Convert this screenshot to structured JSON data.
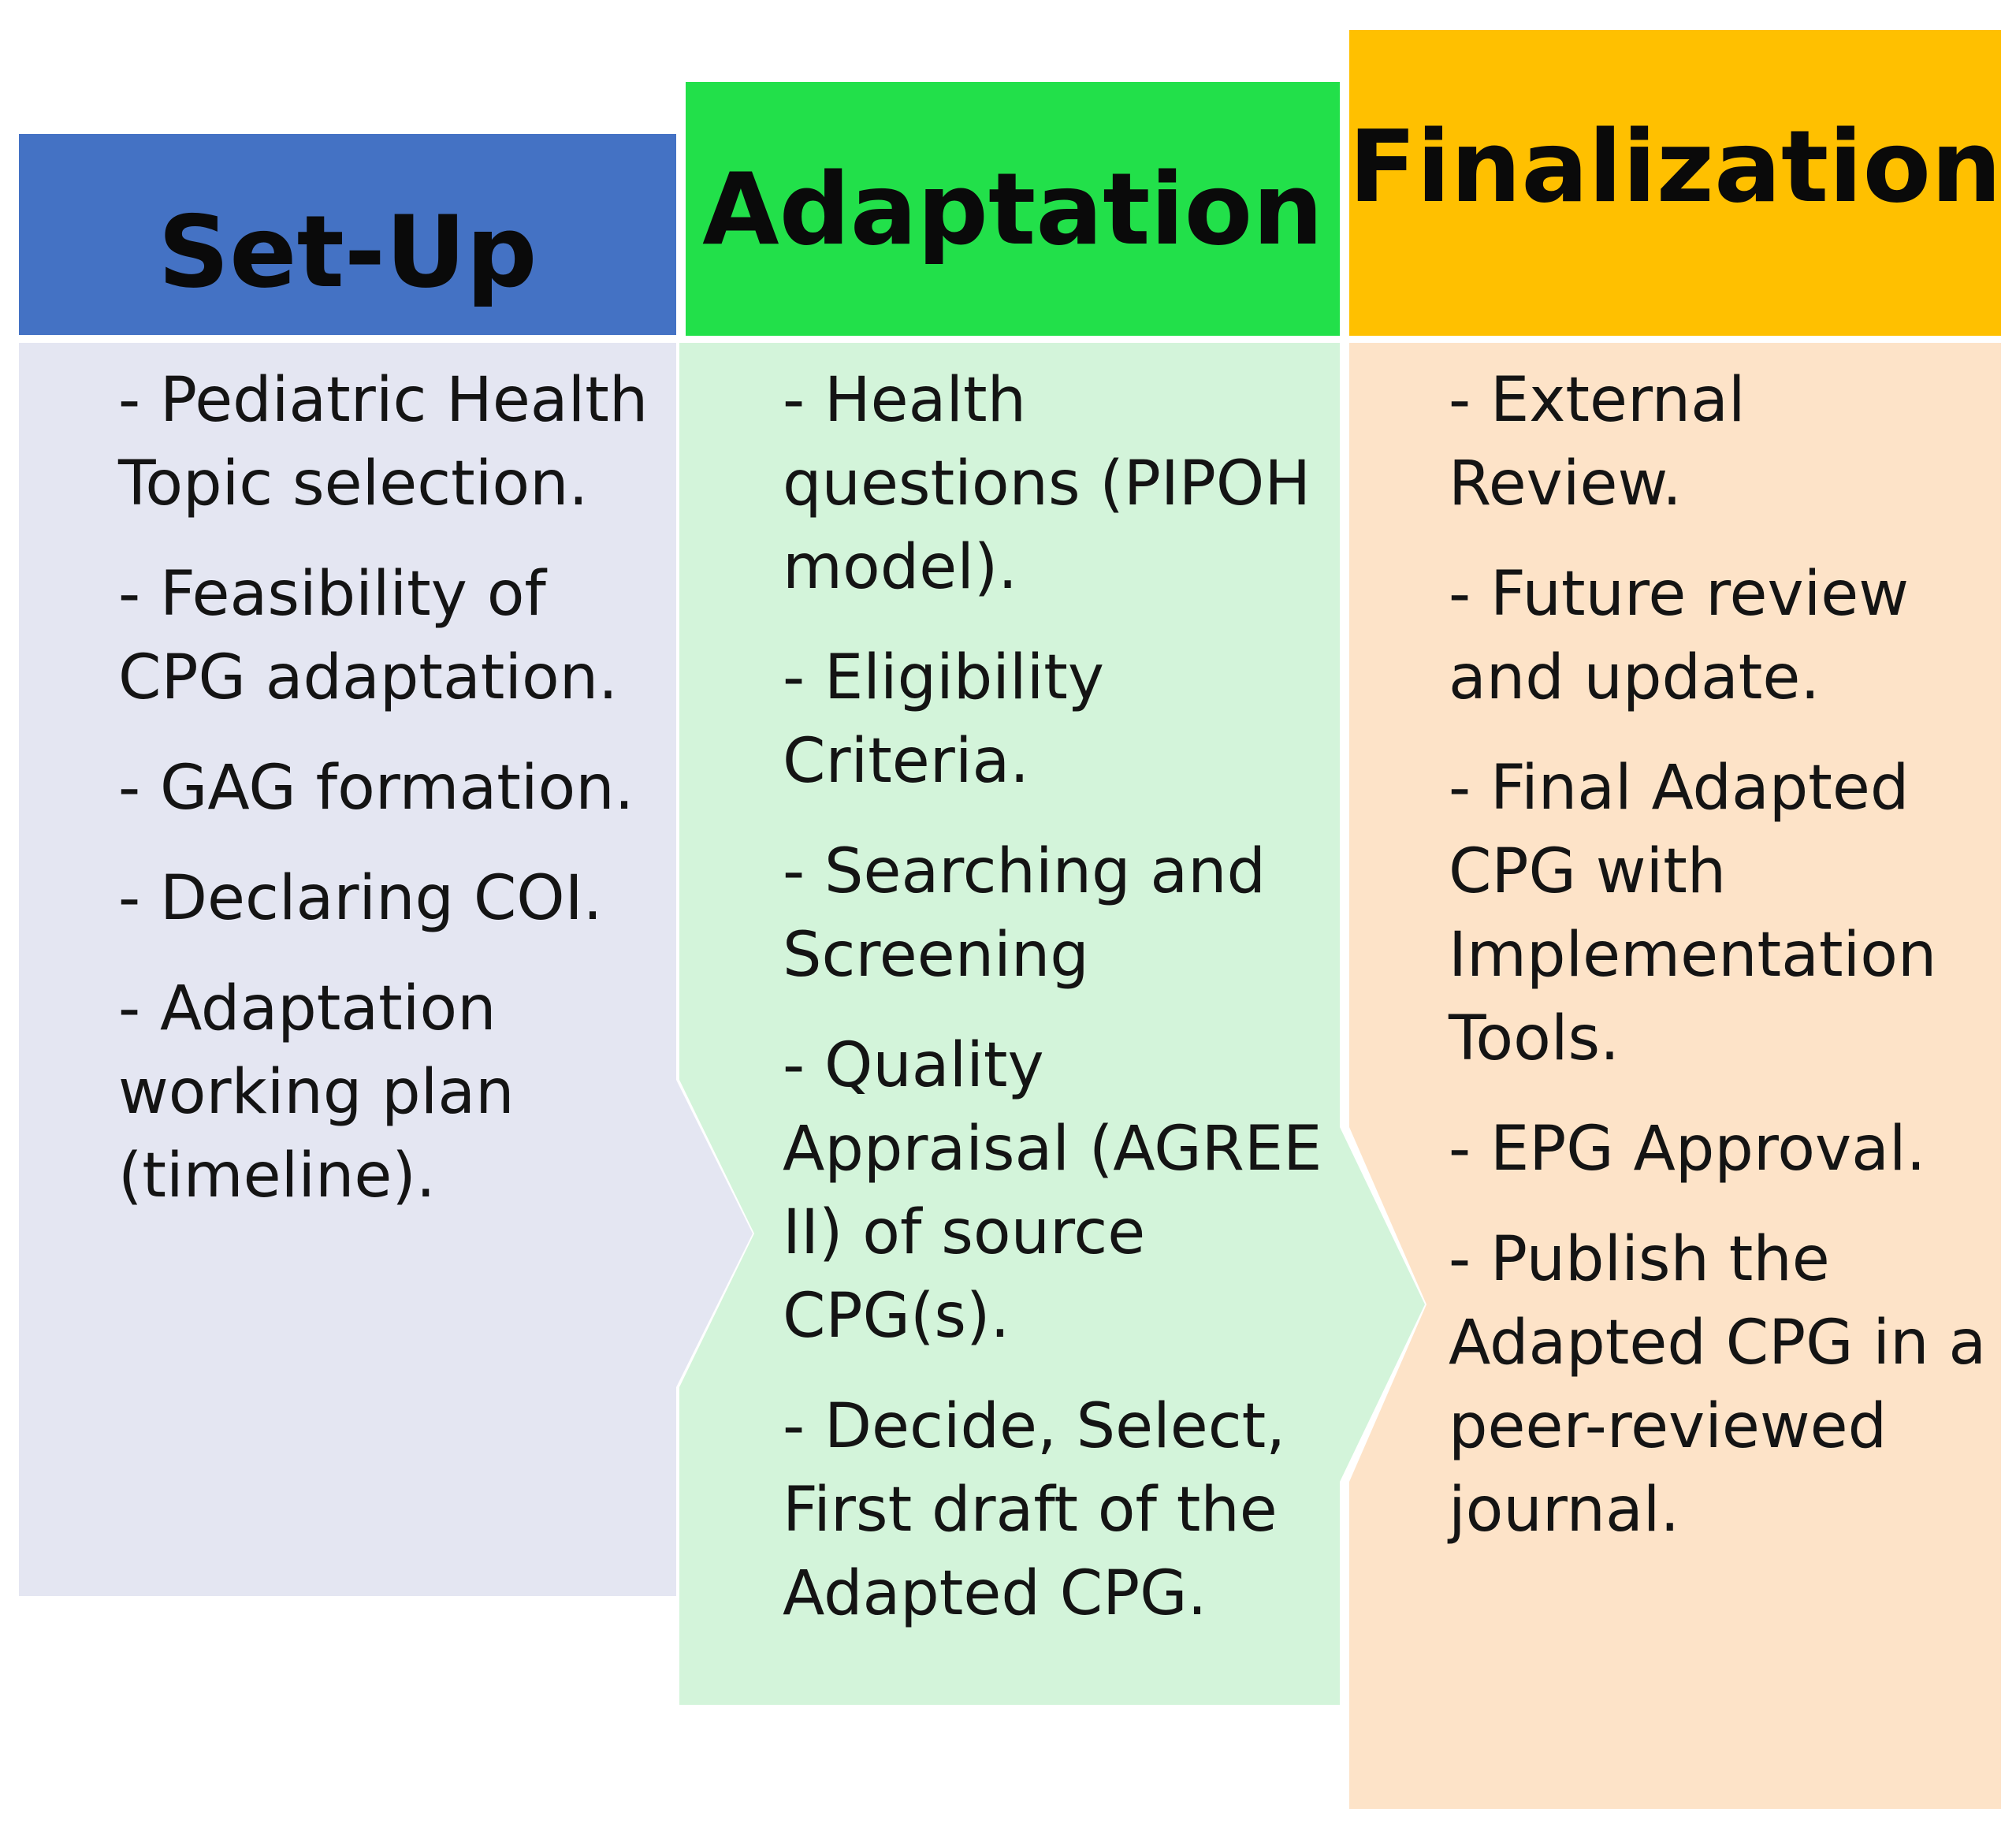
{
  "columns": [
    {
      "title": "Set-Up",
      "header_color": "#4472c4",
      "body_color": "#e4e6f2",
      "items": [
        "- Pediatric Health Topic selection.",
        "- Feasibility of CPG adaptation.",
        "- GAG formation.",
        "- Declaring COI.",
        "- Adaptation working plan (timeline)."
      ]
    },
    {
      "title": "Adaptation",
      "header_color": "#22e04a",
      "body_color": "#d3f4da",
      "items": [
        "- Health questions (PIPOH model).",
        "- Eligibility Criteria.",
        "- Searching and Screening",
        "- Quality Appraisal (AGREE II) of source CPG(s).",
        "- Decide, Select, First draft of the Adapted CPG."
      ]
    },
    {
      "title": "Finalization",
      "header_color": "#ffc000",
      "body_color": "#fde3c8",
      "items": [
        "- External Review.",
        "- Future review and update.",
        "- Final Adapted CPG with Implementation Tools.",
        "- EPG Approval.",
        "- Publish the Adapted CPG in a peer-reviewed journal."
      ]
    }
  ]
}
